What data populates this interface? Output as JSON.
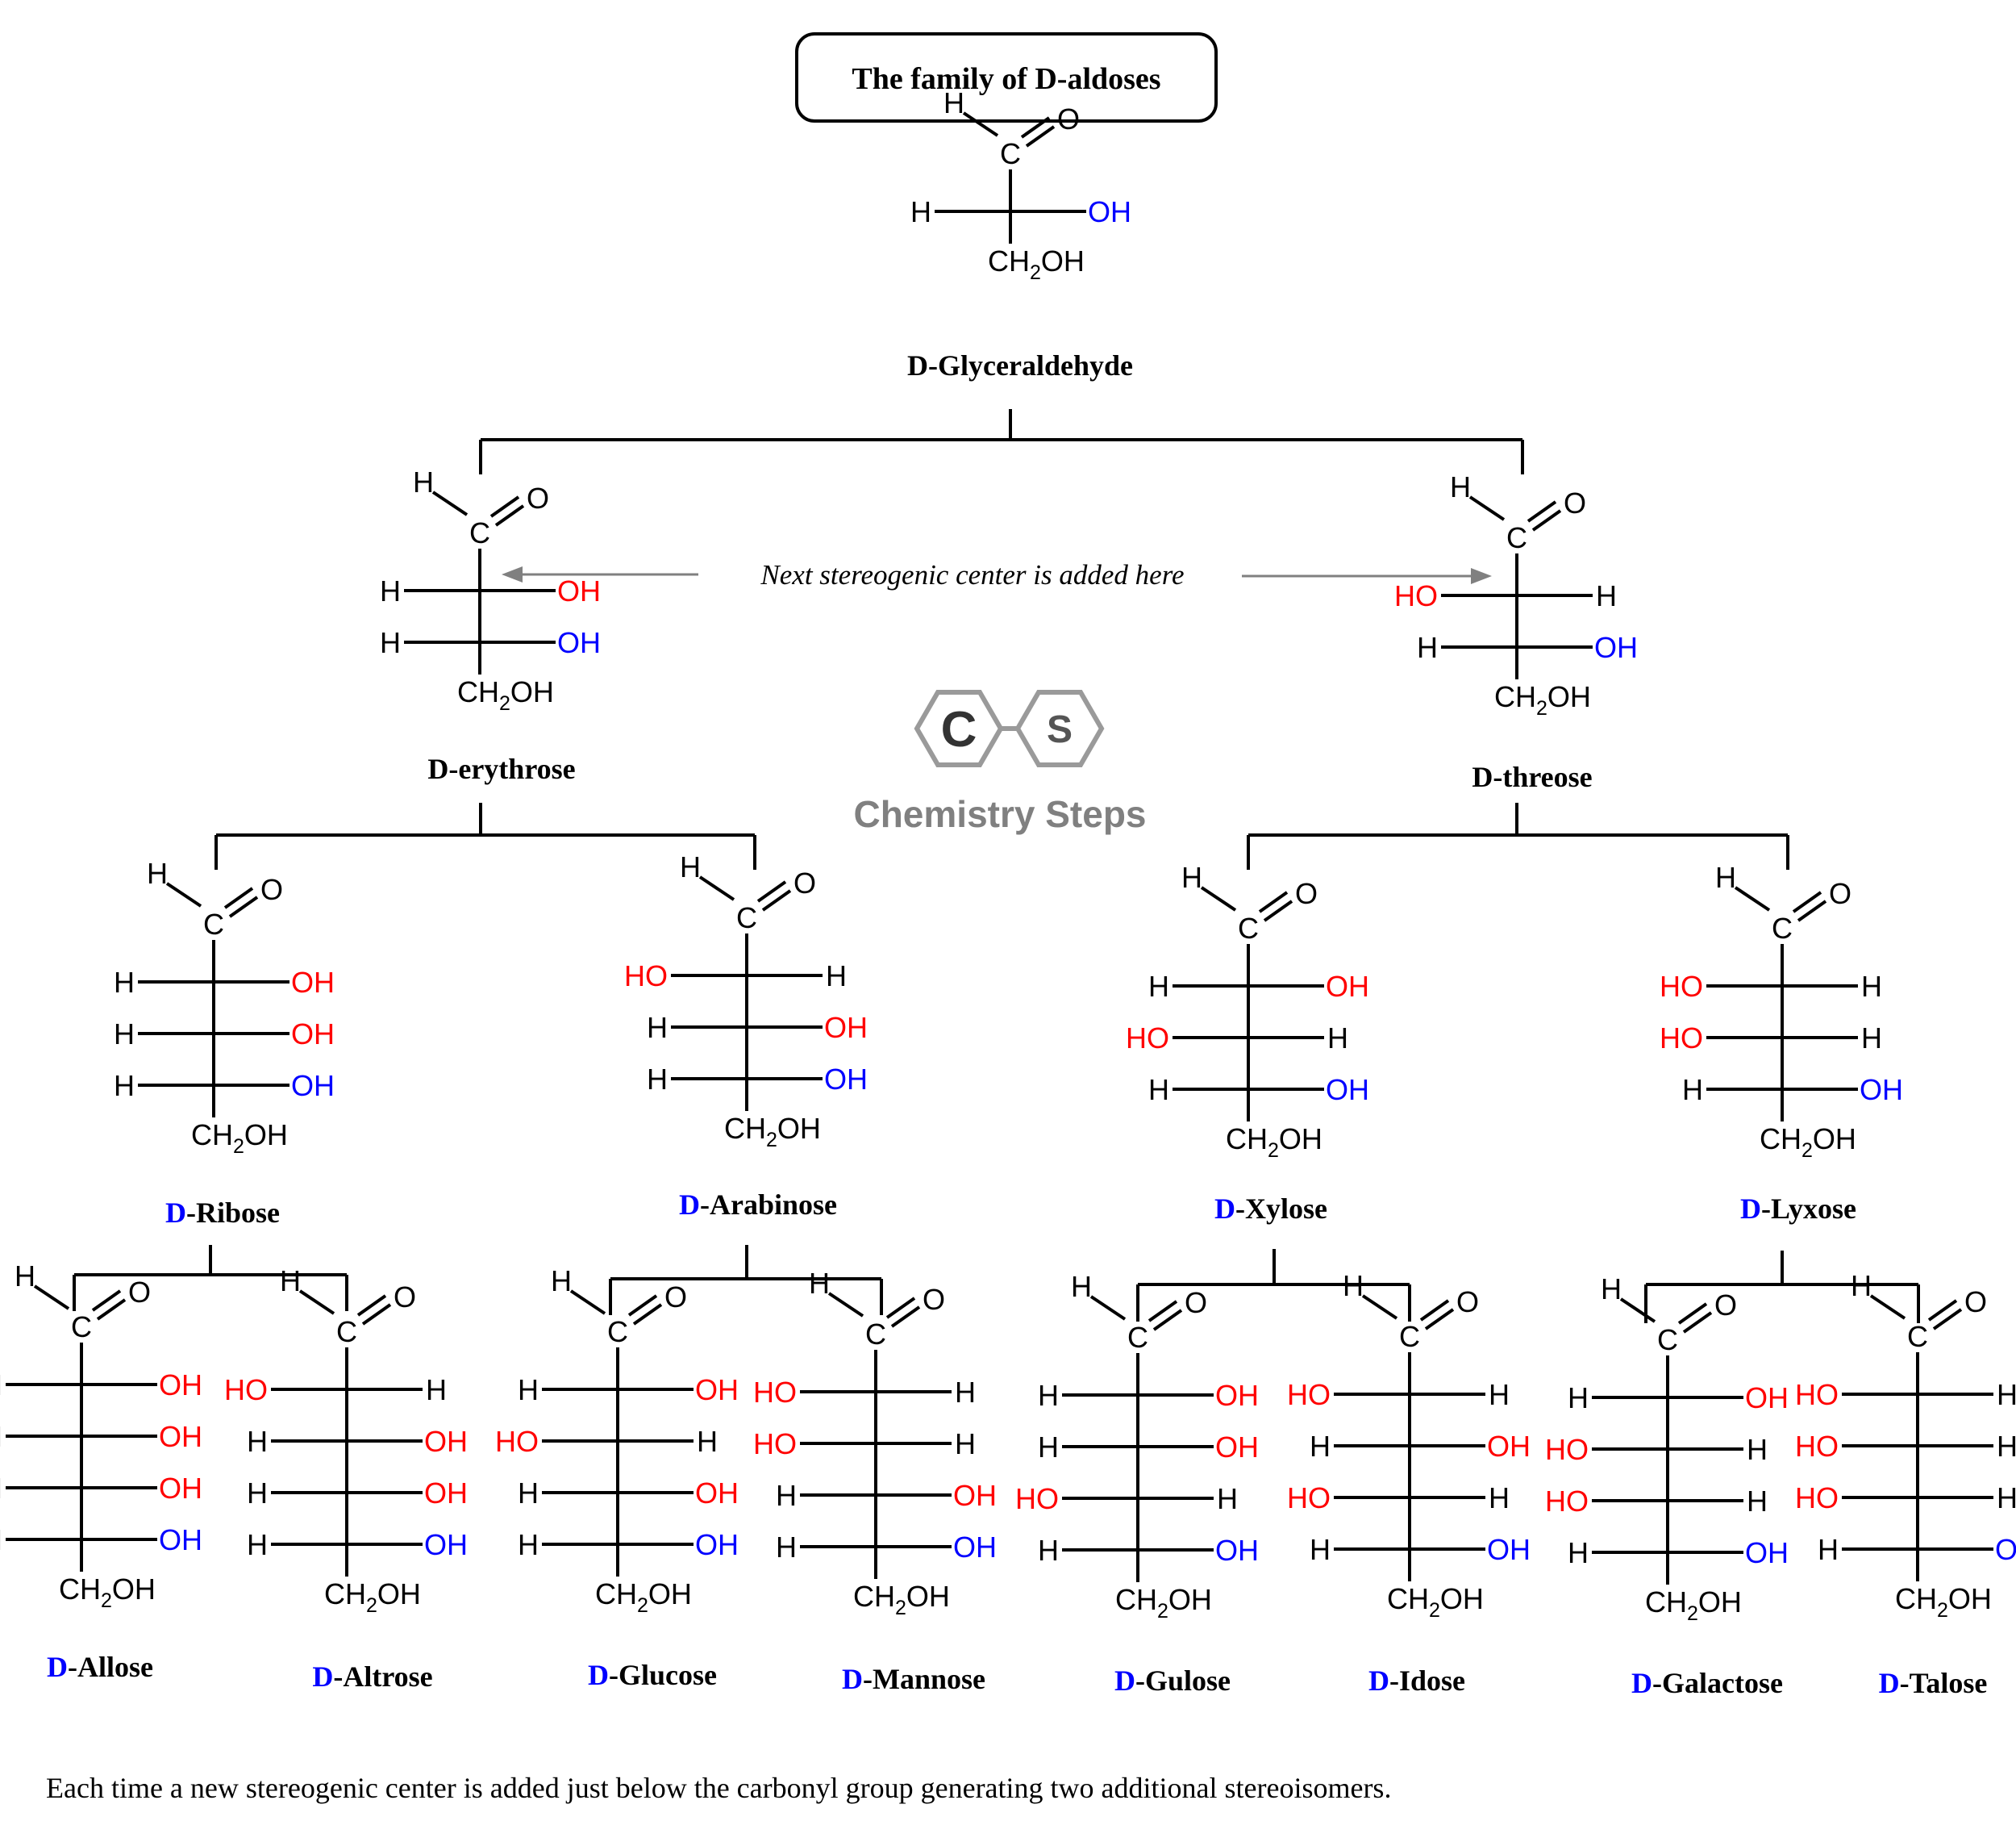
{
  "title": "The family of D-aldoses",
  "annotation": "Next stereogenic center is added here",
  "footer": "Each time a new stereogenic center is added just below the carbonyl group generating two additional stereoisomers.",
  "logo": {
    "letters": [
      "C",
      "S"
    ],
    "text": "Chemistry Steps"
  },
  "atoms": {
    "H": "H",
    "C": "C",
    "O": "O",
    "OH": "OH",
    "HO": "HO",
    "terminal": "CH2OH",
    "terminal_main": "CH",
    "terminal_sub": "2",
    "terminal_tail": "OH"
  },
  "prefix": "D",
  "colors": {
    "red": "#ff0000",
    "blue": "#0000ff",
    "black": "#000000",
    "arrow": "#808080",
    "logo": "#808080"
  },
  "molecules": [
    {
      "id": "glyceraldehyde",
      "name": "D-Glyceraldehyde",
      "name_prefix": "",
      "name_rest": "D-Glyceraldehyde",
      "rows": [
        {
          "oh": "right",
          "color": "blue"
        }
      ]
    },
    {
      "id": "erythrose",
      "name": "D-erythrose",
      "name_prefix": "",
      "name_rest": "D-erythrose",
      "rows": [
        {
          "oh": "right",
          "color": "red"
        },
        {
          "oh": "right",
          "color": "blue"
        }
      ]
    },
    {
      "id": "threose",
      "name": "D-threose",
      "name_prefix": "",
      "name_rest": "D-threose",
      "rows": [
        {
          "oh": "left",
          "color": "red"
        },
        {
          "oh": "right",
          "color": "blue"
        }
      ]
    },
    {
      "id": "ribose",
      "name": "D-Ribose",
      "name_prefix": "D",
      "name_rest": "-Ribose",
      "rows": [
        {
          "oh": "right",
          "color": "red"
        },
        {
          "oh": "right",
          "color": "red"
        },
        {
          "oh": "right",
          "color": "blue"
        }
      ]
    },
    {
      "id": "arabinose",
      "name": "D-Arabinose",
      "name_prefix": "D",
      "name_rest": "-Arabinose",
      "rows": [
        {
          "oh": "left",
          "color": "red"
        },
        {
          "oh": "right",
          "color": "red"
        },
        {
          "oh": "right",
          "color": "blue"
        }
      ]
    },
    {
      "id": "xylose",
      "name": "D-Xylose",
      "name_prefix": "D",
      "name_rest": "-Xylose",
      "rows": [
        {
          "oh": "right",
          "color": "red"
        },
        {
          "oh": "left",
          "color": "red"
        },
        {
          "oh": "right",
          "color": "blue"
        }
      ]
    },
    {
      "id": "lyxose",
      "name": "D-Lyxose",
      "name_prefix": "D",
      "name_rest": "-Lyxose",
      "rows": [
        {
          "oh": "left",
          "color": "red"
        },
        {
          "oh": "left",
          "color": "red"
        },
        {
          "oh": "right",
          "color": "blue"
        }
      ]
    },
    {
      "id": "allose",
      "name": "D-Allose",
      "name_prefix": "D",
      "name_rest": "-Allose",
      "rows": [
        {
          "oh": "right",
          "color": "red"
        },
        {
          "oh": "right",
          "color": "red"
        },
        {
          "oh": "right",
          "color": "red"
        },
        {
          "oh": "right",
          "color": "blue"
        }
      ]
    },
    {
      "id": "altrose",
      "name": "D-Altrose",
      "name_prefix": "D",
      "name_rest": "-Altrose",
      "rows": [
        {
          "oh": "left",
          "color": "red"
        },
        {
          "oh": "right",
          "color": "red"
        },
        {
          "oh": "right",
          "color": "red"
        },
        {
          "oh": "right",
          "color": "blue"
        }
      ]
    },
    {
      "id": "glucose",
      "name": "D-Glucose",
      "name_prefix": "D",
      "name_rest": "-Glucose",
      "rows": [
        {
          "oh": "right",
          "color": "red"
        },
        {
          "oh": "left",
          "color": "red"
        },
        {
          "oh": "right",
          "color": "red"
        },
        {
          "oh": "right",
          "color": "blue"
        }
      ]
    },
    {
      "id": "mannose",
      "name": "D-Mannose",
      "name_prefix": "D",
      "name_rest": "-Mannose",
      "rows": [
        {
          "oh": "left",
          "color": "red"
        },
        {
          "oh": "left",
          "color": "red"
        },
        {
          "oh": "right",
          "color": "red"
        },
        {
          "oh": "right",
          "color": "blue"
        }
      ]
    },
    {
      "id": "gulose",
      "name": "D-Gulose",
      "name_prefix": "D",
      "name_rest": "-Gulose",
      "rows": [
        {
          "oh": "right",
          "color": "red"
        },
        {
          "oh": "right",
          "color": "red"
        },
        {
          "oh": "left",
          "color": "red"
        },
        {
          "oh": "right",
          "color": "blue"
        }
      ]
    },
    {
      "id": "idose",
      "name": "D-Idose",
      "name_prefix": "D",
      "name_rest": "-Idose",
      "rows": [
        {
          "oh": "left",
          "color": "red"
        },
        {
          "oh": "right",
          "color": "red"
        },
        {
          "oh": "left",
          "color": "red"
        },
        {
          "oh": "right",
          "color": "blue"
        }
      ]
    },
    {
      "id": "galactose",
      "name": "D-Galactose",
      "name_prefix": "D",
      "name_rest": "-Galactose",
      "rows": [
        {
          "oh": "right",
          "color": "red"
        },
        {
          "oh": "left",
          "color": "red"
        },
        {
          "oh": "left",
          "color": "red"
        },
        {
          "oh": "right",
          "color": "blue"
        }
      ]
    },
    {
      "id": "talose",
      "name": "D-Talose",
      "name_prefix": "D",
      "name_rest": "-Talose",
      "rows": [
        {
          "oh": "left",
          "color": "red"
        },
        {
          "oh": "left",
          "color": "red"
        },
        {
          "oh": "left",
          "color": "red"
        },
        {
          "oh": "right",
          "color": "blue"
        }
      ]
    }
  ]
}
